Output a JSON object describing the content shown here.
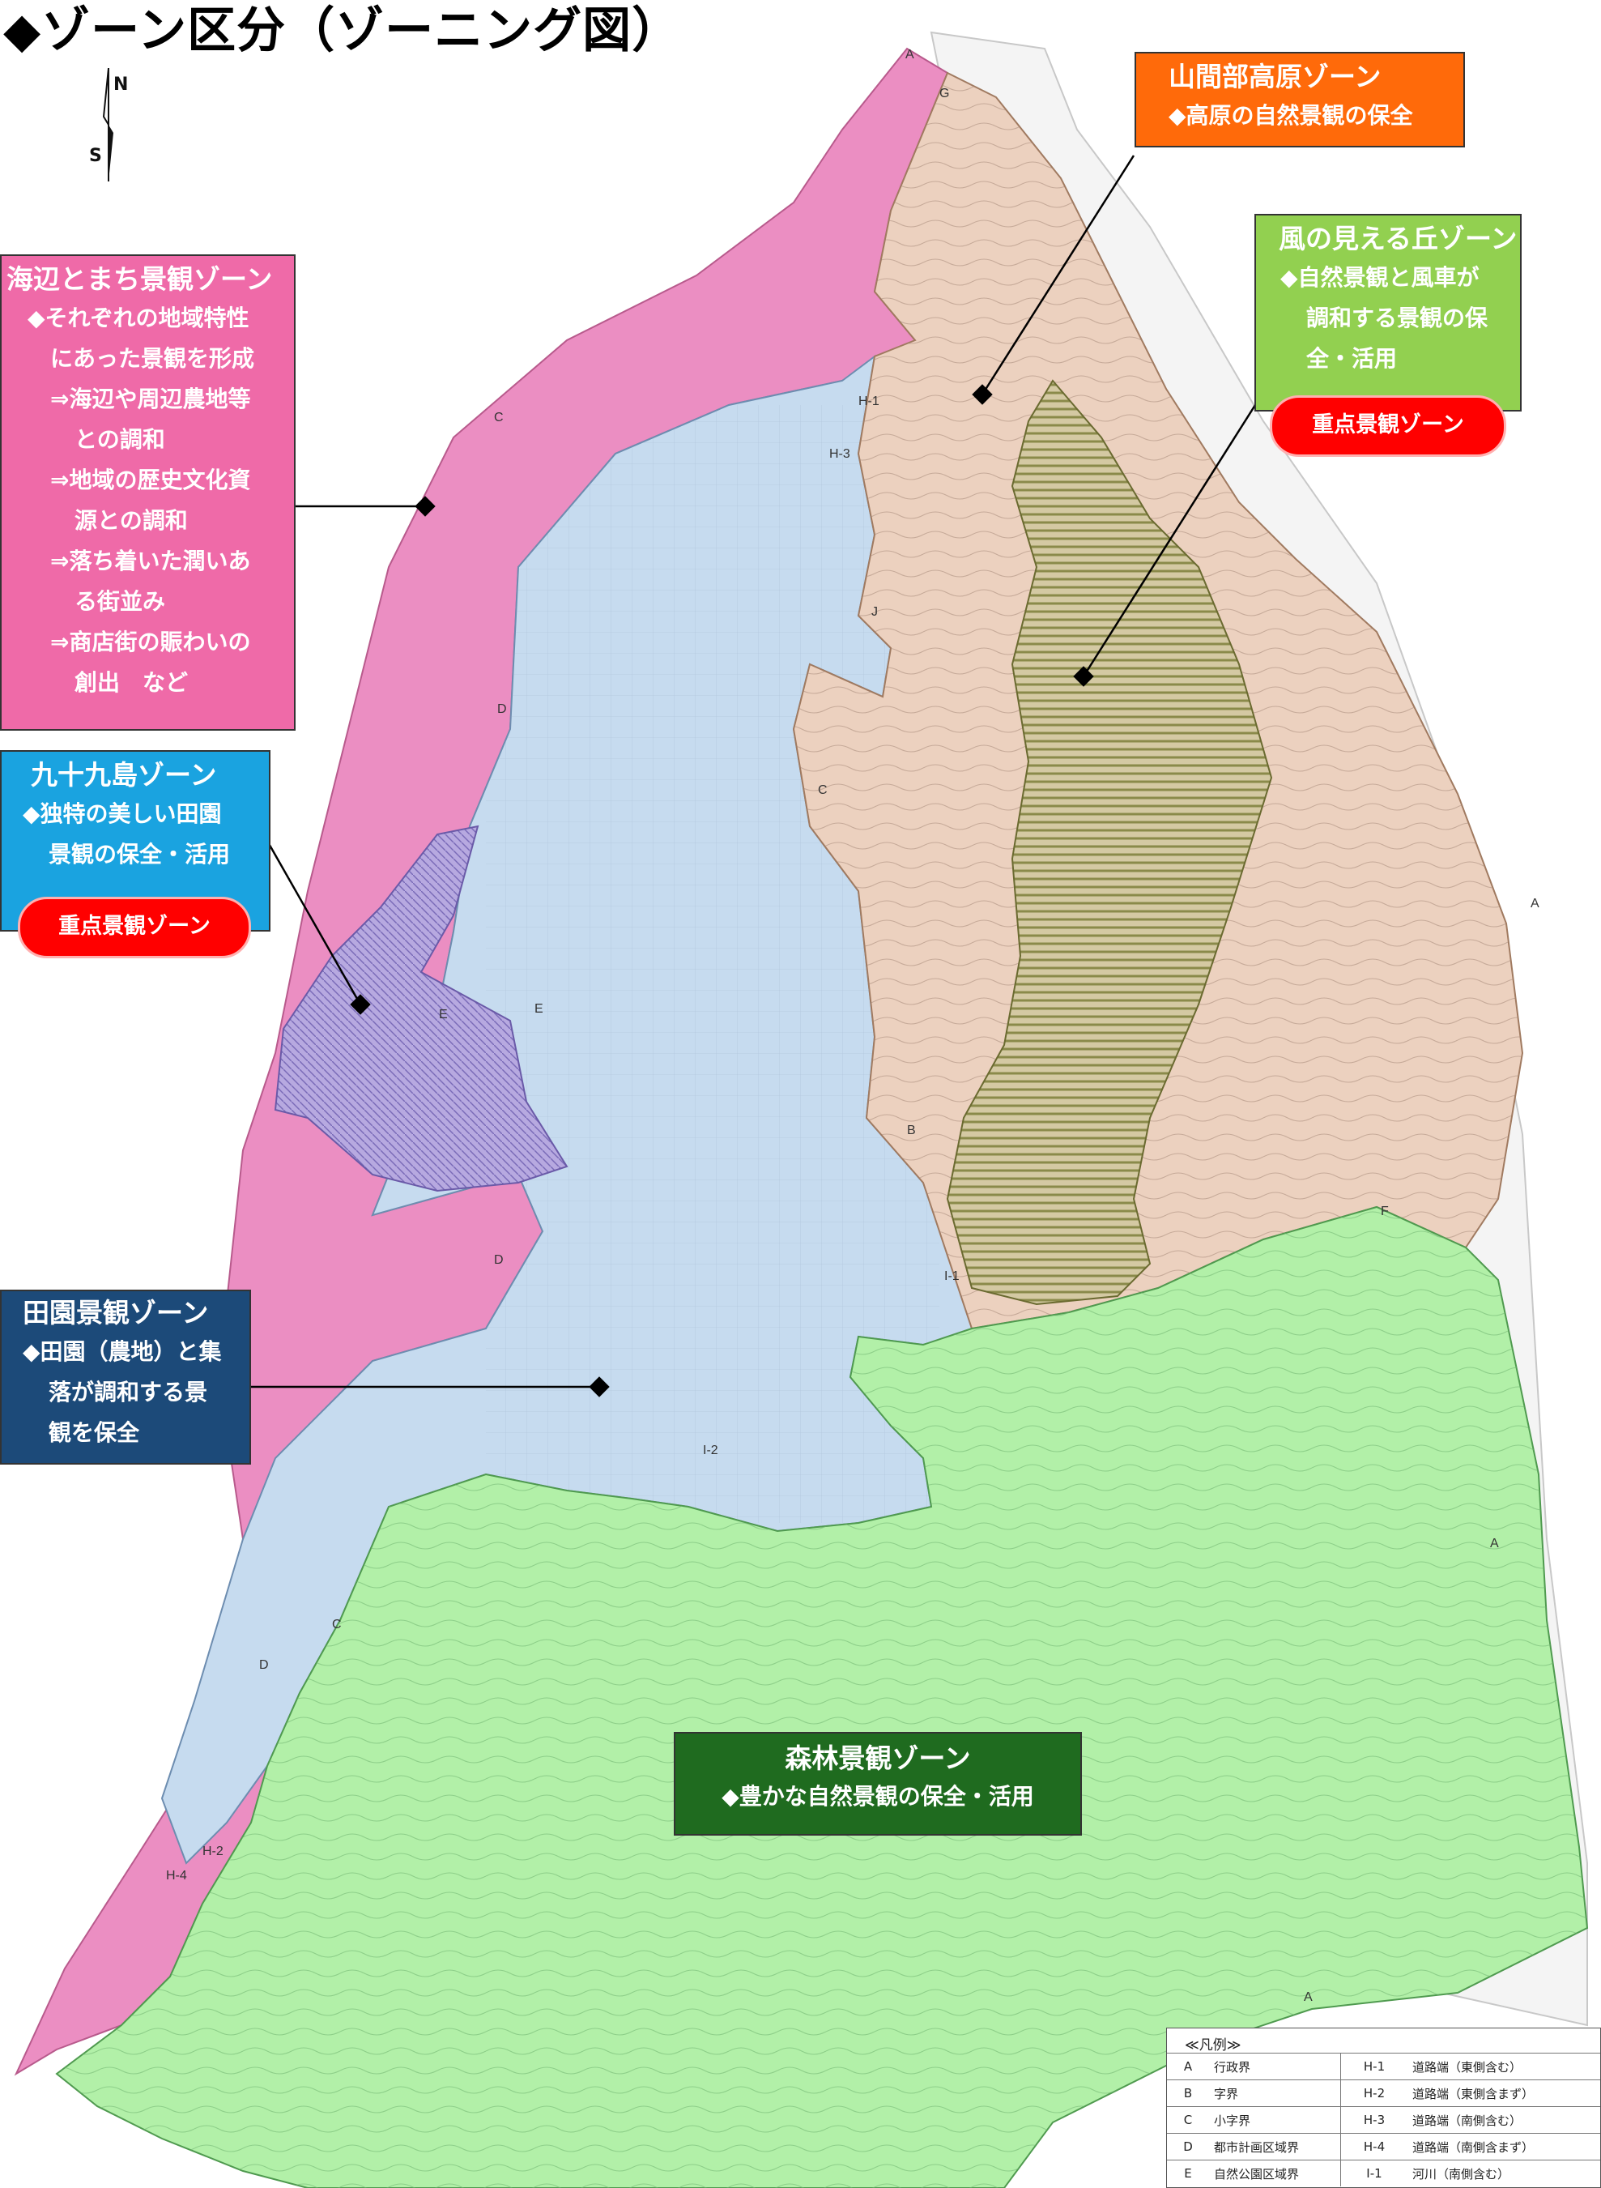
{
  "title": "◆ゾーン区分（ゾーニング図）",
  "compass": {
    "n": "N",
    "s": "S"
  },
  "colors": {
    "sea_town": "#ef6aa8",
    "kujukuri": "#1aa3e0",
    "rural": "#1c4a79",
    "mountain": "#ff6a0a",
    "wind_hill": "#92d050",
    "forest": "#1f6b1f",
    "priority": "#ff0000"
  },
  "zones": {
    "mountain": {
      "name": "山間部高原ゾーン",
      "lines": [
        "◆高原の自然景観の保全"
      ]
    },
    "wind_hill": {
      "name": "風の見える丘ゾーン",
      "lines": [
        "◆自然景観と風車が",
        "調和する景観の保",
        "全・活用"
      ],
      "badge": "重点景観ゾーン"
    },
    "sea_town": {
      "name": "海辺とまち景観ゾーン",
      "lines": [
        "◆それぞれの地域特性",
        "にあった景観を形成",
        "⇒海辺や周辺農地等",
        "との調和",
        "⇒地域の歴史文化資",
        "源との調和",
        "⇒落ち着いた潤いあ",
        "る街並み",
        "⇒商店街の賑わいの",
        "創出　など"
      ]
    },
    "kujukuri": {
      "name": "九十九島ゾーン",
      "lines": [
        "◆独特の美しい田園",
        "景観の保全・活用"
      ],
      "badge": "重点景観ゾーン"
    },
    "rural": {
      "name": "田園景観ゾーン",
      "lines": [
        "◆田園（農地）と集",
        "落が調和する景",
        "観を保全"
      ]
    },
    "forest": {
      "name": "森林景観ゾーン",
      "lines": [
        "◆豊かな自然景観の保全・活用"
      ]
    }
  },
  "legend": {
    "title": "≪凡例≫",
    "rows": [
      {
        "code": "A",
        "name": "行政界",
        "code2": "H-1",
        "name2": "道路端（東側含む）"
      },
      {
        "code": "B",
        "name": "字界",
        "code2": "H-2",
        "name2": "道路端（東側含まず）"
      },
      {
        "code": "C",
        "name": "小字界",
        "code2": "H-3",
        "name2": "道路端（南側含む）"
      },
      {
        "code": "D",
        "name": "都市計画区域界",
        "code2": "H-4",
        "name2": "道路端（南側含まず）"
      },
      {
        "code": "E",
        "name": "自然公園区域界",
        "code2": "I-1",
        "name2": "河川（南側含む）"
      }
    ]
  },
  "map_labels": [
    "A",
    "G",
    "H-1",
    "H-3",
    "J",
    "C",
    "D",
    "E",
    "B",
    "F",
    "I-1",
    "I-2",
    "H-2",
    "H-4",
    "A",
    "A",
    "A",
    "C",
    "C",
    "D",
    "D",
    "E"
  ]
}
